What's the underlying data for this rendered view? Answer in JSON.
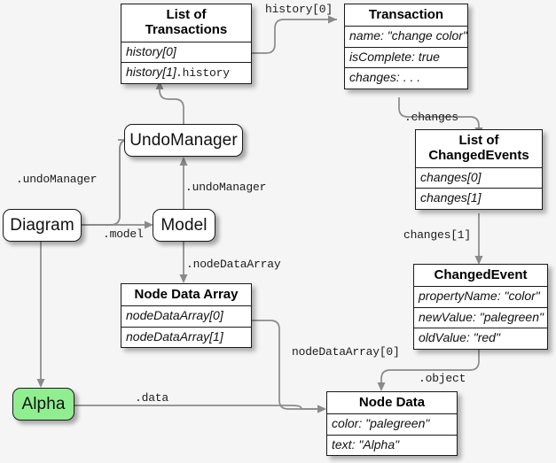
{
  "diagram": {
    "title": "GoJS model object references diagram",
    "background": "#f5f5f5",
    "link_color": "#8a8a8a",
    "highlight_color": "#90ee90"
  },
  "nodes": {
    "list_of_transactions": {
      "header_line1": "List of",
      "header_line2": "Transactions",
      "rows": [
        "history[0]",
        "history[1]"
      ]
    },
    "transaction": {
      "header": "Transaction",
      "rows": [
        "name: \"change color\"",
        "isComplete: true",
        "changes: . . ."
      ]
    },
    "list_of_changed_events": {
      "header_line1": "List of",
      "header_line2": "ChangedEvents",
      "rows": [
        "changes[0]",
        "changes[1]"
      ]
    },
    "changed_event": {
      "header": "ChangedEvent",
      "rows": [
        "propertyName: \"color\"",
        "newValue: \"palegreen\"",
        "oldValue: \"red\""
      ]
    },
    "node_data_array": {
      "header": "Node Data Array",
      "rows": [
        "nodeDataArray[0]",
        "nodeDataArray[1]"
      ]
    },
    "node_data": {
      "header": "Node Data",
      "rows": [
        "color: \"palegreen\"",
        "text: \"Alpha\""
      ]
    },
    "undo_manager": {
      "label": "UndoManager"
    },
    "diagram_node": {
      "label": "Diagram"
    },
    "model": {
      "label": "Model"
    },
    "alpha": {
      "label": "Alpha"
    }
  },
  "link_labels": {
    "history_0": "history[0]",
    "history": ".history",
    "changes": ".changes",
    "changes_1": "changes[1]",
    "undo_manager_from_diagram": ".undoManager",
    "undo_manager_from_model": ".undoManager",
    "model": ".model",
    "node_data_array": ".nodeDataArray",
    "node_data_array_0": "nodeDataArray[0]",
    "object": ".object",
    "data": ".data"
  }
}
